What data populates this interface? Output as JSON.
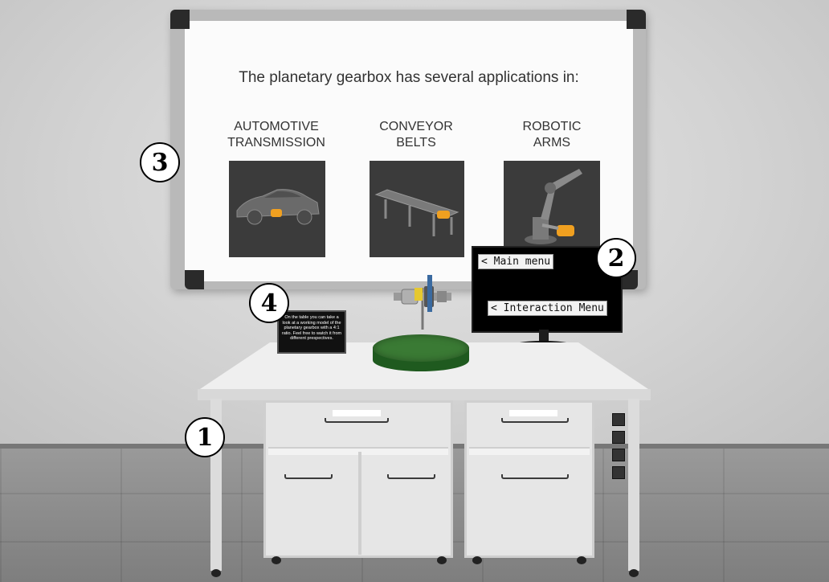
{
  "whiteboard": {
    "title": "The planetary gearbox has several applications in:",
    "applications": [
      {
        "label_line1": "AUTOMOTIVE",
        "label_line2": "TRANSMISSION",
        "image": "car-gearbox-icon"
      },
      {
        "label_line1": "CONVEYOR",
        "label_line2": "BELTS",
        "image": "conveyor-belt-icon"
      },
      {
        "label_line1": "ROBOTIC",
        "label_line2": "ARMS",
        "image": "robotic-arm-icon"
      }
    ]
  },
  "monitor": {
    "main_menu_label": "< Main menu",
    "interaction_menu_label": "< Interaction Menu"
  },
  "info_sign": {
    "text": "On the table you can take a look at a working model of the planetary gearbox with a 4:1 ratio. Feel free to watch it from different prespectives."
  },
  "callouts": [
    "1",
    "2",
    "3",
    "4"
  ],
  "colors": {
    "platform": "#3a7a34",
    "gear_accent": "#f0a020",
    "monitor_bg": "#000000"
  }
}
